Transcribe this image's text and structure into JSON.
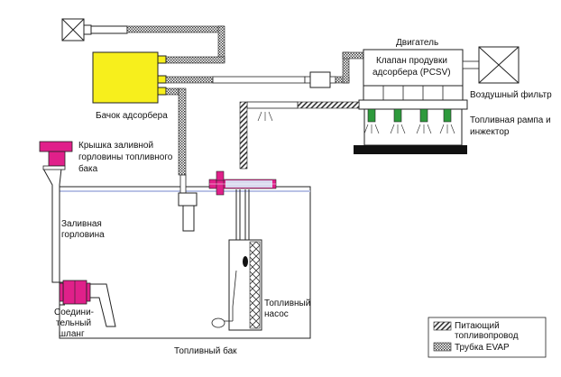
{
  "labels": {
    "engine": "Двигатель",
    "pcsv_line1": "Клапан продувки",
    "pcsv_line2": "адсорбера (PCSV)",
    "air_filter": "Воздушный фильтр",
    "canister": "Бачок адсорбера",
    "rail_line1": "Топливная рампа и",
    "rail_line2": "инжектор",
    "cap_line1": "Крышка заливной",
    "cap_line2": "горловины топливного",
    "cap_line3": "бака",
    "neck_line1": "Заливная",
    "neck_line2": "горловина",
    "hose_line1": "Соедини-",
    "hose_line2": "тельный",
    "hose_line3": "шланг",
    "pump_line1": "Топливный",
    "pump_line2": "насос",
    "tank": "Топливный бак"
  },
  "legend": {
    "feed": "Питающий топливопровод",
    "feed_line1": "Питающий",
    "feed_line2": "топливопровод",
    "evap": "Трубка EVAP"
  },
  "colors": {
    "canister": "#f7ef1c",
    "magenta": "#e0208a",
    "injector": "#2e9a3c",
    "line": "#222222",
    "base_plate": "#111111"
  }
}
